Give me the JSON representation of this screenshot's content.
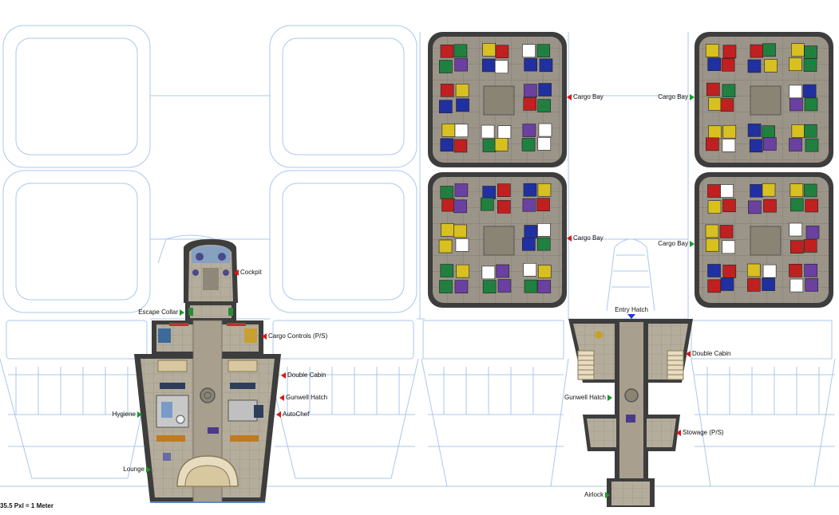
{
  "labels": {
    "cockpit": "Cockpit",
    "escape_collar": "Escape Collar",
    "cargo_controls": "Cargo Controls (P/S)",
    "double_cabin_left": "Double Cabin",
    "gunwell_hatch_left": "Gunwell Hatch",
    "autochef": "AutoChef",
    "hygiene": "Hygiene",
    "lounge": "Lounge",
    "cargo_bay_1": "Cargo Bay",
    "cargo_bay_2": "Cargo Bay",
    "cargo_bay_3": "Cargo Bay",
    "cargo_bay_4": "Cargo Bay",
    "entry_hatch": "Entry Hatch",
    "double_cabin_right": "Double Cabin",
    "gunwell_hatch_right": "Gunwell Hatch",
    "stowage": "Stowage (P/S)",
    "airlock": "Airlock"
  },
  "scale_text": "35.5 Pxl = 1 Meter",
  "colors": {
    "blueprint_line": "#a9c8ec",
    "hull_dark": "#3d3d3d",
    "floor": "#b5ad9c",
    "pointer_red": "#d81818",
    "pointer_green": "#1a9a2a",
    "pointer_blue": "#1a3ad8"
  }
}
